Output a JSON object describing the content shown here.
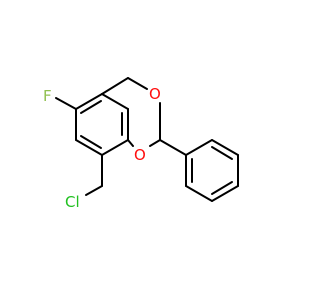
{
  "molecule": {
    "atoms": {
      "fluorine": "F",
      "ring_oxygen_top": "O",
      "ring_oxygen_bottom": "O",
      "chlorine": "Cl"
    },
    "colors": {
      "bond": "#000000",
      "fluorine": "#90c050",
      "oxygen": "#ff0d0d",
      "chlorine": "#20c020"
    }
  }
}
